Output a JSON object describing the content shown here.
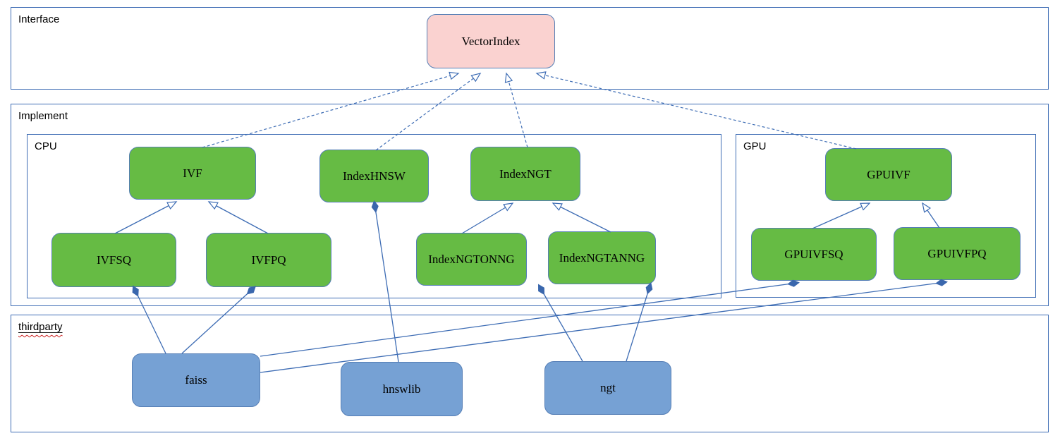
{
  "panels": {
    "interface": {
      "label": "Interface"
    },
    "implement": {
      "label": "Implement"
    },
    "cpu": {
      "label": "CPU"
    },
    "gpu": {
      "label": "GPU"
    },
    "thirdparty": {
      "label": "thirdparty"
    }
  },
  "nodes": {
    "vectorindex": {
      "label": "VectorIndex",
      "group": "interface"
    },
    "ivf": {
      "label": "IVF",
      "group": "cpu"
    },
    "indexhnsw": {
      "label": "IndexHNSW",
      "group": "cpu"
    },
    "indexngt": {
      "label": "IndexNGT",
      "group": "cpu"
    },
    "ivfsq": {
      "label": "IVFSQ",
      "group": "cpu"
    },
    "ivfpq": {
      "label": "IVFPQ",
      "group": "cpu"
    },
    "indexngtonng": {
      "label": "IndexNGTONNG",
      "group": "cpu"
    },
    "indexngtanng": {
      "label": "IndexNGTANNG",
      "group": "cpu"
    },
    "gpuivf": {
      "label": "GPUIVF",
      "group": "gpu"
    },
    "gpuivfsq": {
      "label": "GPUIVFSQ",
      "group": "gpu"
    },
    "gpuivfpq": {
      "label": "GPUIVFPQ",
      "group": "gpu"
    },
    "faiss": {
      "label": "faiss",
      "group": "thirdparty"
    },
    "hnswlib": {
      "label": "hnswlib",
      "group": "thirdparty"
    },
    "ngt": {
      "label": "ngt",
      "group": "thirdparty"
    }
  },
  "edges": [
    {
      "from": "IVF",
      "to": "VectorIndex",
      "relation": "realization-dashed-hollow-arrow"
    },
    {
      "from": "IndexHNSW",
      "to": "VectorIndex",
      "relation": "realization-dashed-hollow-arrow"
    },
    {
      "from": "IndexNGT",
      "to": "VectorIndex",
      "relation": "realization-dashed-hollow-arrow"
    },
    {
      "from": "GPUIVF",
      "to": "VectorIndex",
      "relation": "realization-dashed-hollow-arrow"
    },
    {
      "from": "IVFSQ",
      "to": "IVF",
      "relation": "generalization-hollow-arrow"
    },
    {
      "from": "IVFPQ",
      "to": "IVF",
      "relation": "generalization-hollow-arrow"
    },
    {
      "from": "IndexNGTONNG",
      "to": "IndexNGT",
      "relation": "generalization-hollow-arrow"
    },
    {
      "from": "IndexNGTANNG",
      "to": "IndexNGT",
      "relation": "generalization-hollow-arrow"
    },
    {
      "from": "GPUIVFSQ",
      "to": "GPUIVF",
      "relation": "generalization-hollow-arrow"
    },
    {
      "from": "GPUIVFPQ",
      "to": "GPUIVF",
      "relation": "generalization-hollow-arrow"
    },
    {
      "from": "IVFSQ",
      "to": "faiss",
      "relation": "aggregation-filled-diamond"
    },
    {
      "from": "IVFPQ",
      "to": "faiss",
      "relation": "aggregation-filled-diamond"
    },
    {
      "from": "IndexHNSW",
      "to": "hnswlib",
      "relation": "aggregation-filled-diamond"
    },
    {
      "from": "IndexNGTONNG",
      "to": "ngt",
      "relation": "aggregation-filled-diamond"
    },
    {
      "from": "IndexNGTANNG",
      "to": "ngt",
      "relation": "aggregation-filled-diamond"
    },
    {
      "from": "GPUIVFSQ",
      "to": "faiss",
      "relation": "aggregation-filled-diamond"
    },
    {
      "from": "GPUIVFPQ",
      "to": "faiss",
      "relation": "aggregation-filled-diamond"
    }
  ],
  "colors": {
    "line": "#3d6cb4",
    "node_border": "#567fb6",
    "interface_fill": "#fad2d0",
    "class_fill": "#66bb44",
    "lib_fill": "#76a1d4",
    "squiggle": "#cc1f1f"
  }
}
